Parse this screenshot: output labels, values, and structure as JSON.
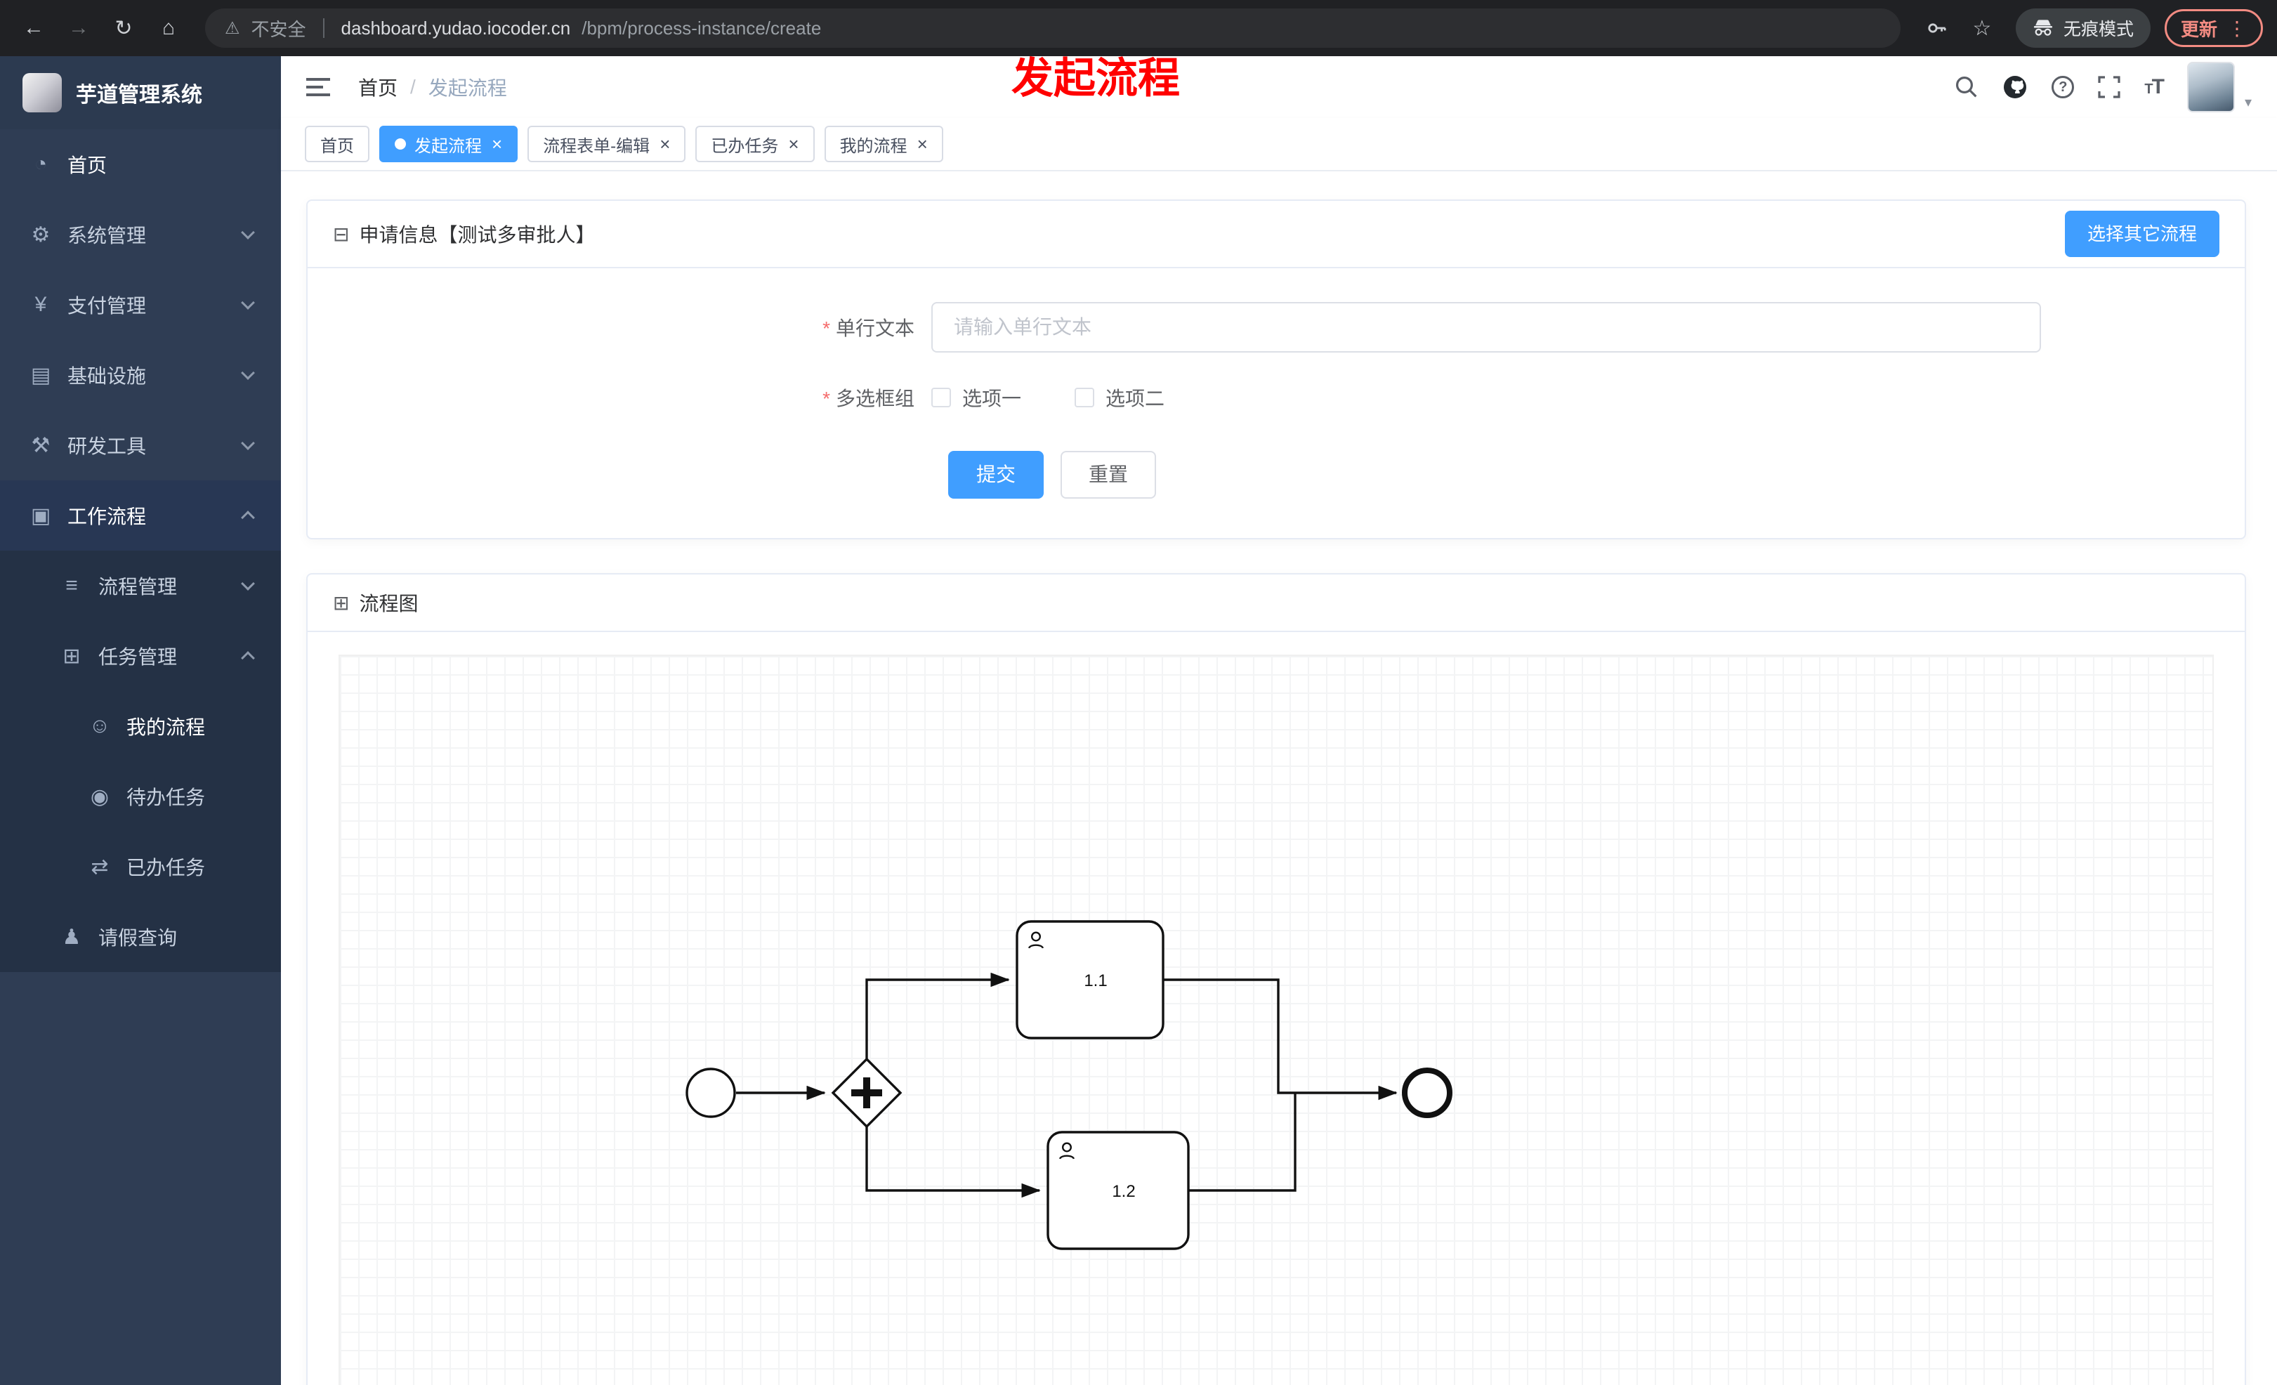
{
  "browser": {
    "security_label": "不安全",
    "url_domain": "dashboard.yudao.iocoder.cn",
    "url_path": "/bpm/process-instance/create",
    "incognito_label": "无痕模式",
    "update_label": "更新"
  },
  "annotation": {
    "text": "发起流程",
    "color": "#ff0000"
  },
  "colors": {
    "primary": "#409eff",
    "annotation_red": "#ff0000",
    "sidebar_bg": "#2f3d54",
    "required_red": "#f56c6c"
  },
  "icons": {
    "back": "←",
    "forward": "→",
    "reload": "↻",
    "home": "⌂",
    "warning": "⚠",
    "star": "☆",
    "menu_dots": "⋮",
    "question": "?",
    "caret_down": "▾",
    "close": "×",
    "text_t": "T",
    "doc": "⊟",
    "flowchart": "⊞"
  },
  "sidebar": {
    "logo_title": "芋道管理系统",
    "items": [
      {
        "label": "首页",
        "icon_glyph": "◔"
      },
      {
        "label": "系统管理",
        "icon_glyph": "⚙"
      },
      {
        "label": "支付管理",
        "icon_glyph": "¥"
      },
      {
        "label": "基础设施",
        "icon_glyph": "▤"
      },
      {
        "label": "研发工具",
        "icon_glyph": "⚒"
      },
      {
        "label": "工作流程",
        "icon_glyph": "▣",
        "expanded": true
      },
      {
        "label": "流程管理",
        "icon_glyph": "≡"
      },
      {
        "label": "任务管理",
        "icon_glyph": "⊞",
        "expanded": true
      },
      {
        "label": "我的流程",
        "icon_glyph": "☺"
      },
      {
        "label": "待办任务",
        "icon_glyph": "◉"
      },
      {
        "label": "已办任务",
        "icon_glyph": "⇄"
      },
      {
        "label": "请假查询",
        "icon_glyph": "♟"
      }
    ]
  },
  "header": {
    "breadcrumb_home": "首页",
    "breadcrumb_sep": "/",
    "breadcrumb_current": "发起流程"
  },
  "tabs": [
    {
      "label": "首页",
      "active": false,
      "closable": false
    },
    {
      "label": "发起流程",
      "active": true,
      "closable": true
    },
    {
      "label": "流程表单-编辑",
      "active": false,
      "closable": true
    },
    {
      "label": "已办任务",
      "active": false,
      "closable": true
    },
    {
      "label": "我的流程",
      "active": false,
      "closable": true
    }
  ],
  "form_card": {
    "title": "申请信息【测试多审批人】",
    "choose_other_label": "选择其它流程",
    "text_field_label": "单行文本",
    "text_field_placeholder": "请输入单行文本",
    "text_field_value": "",
    "checkbox_group_label": "多选框组",
    "option1": "选项一",
    "option2": "选项二",
    "option1_checked": false,
    "option2_checked": false,
    "submit_label": "提交",
    "reset_label": "重置"
  },
  "diagram_card": {
    "title": "流程图",
    "task1_label": "1.1",
    "task2_label": "1.2"
  }
}
